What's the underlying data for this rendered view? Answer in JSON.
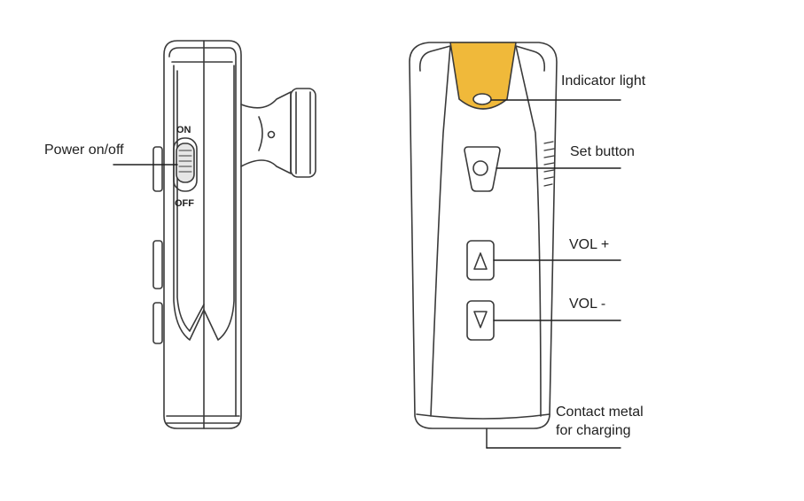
{
  "switch": {
    "on_label": "ON",
    "off_label": "OFF"
  },
  "labels": {
    "power": "Power on/off",
    "indicator": "Indicator light",
    "set": "Set button",
    "vol_up": "VOL +",
    "vol_down": "VOL -",
    "contact_line1": "Contact metal",
    "contact_line2": "for charging"
  },
  "colors": {
    "indicator_cap": "#f0b93a",
    "outline": "#3a3a3a",
    "text": "#1f1f1f"
  }
}
